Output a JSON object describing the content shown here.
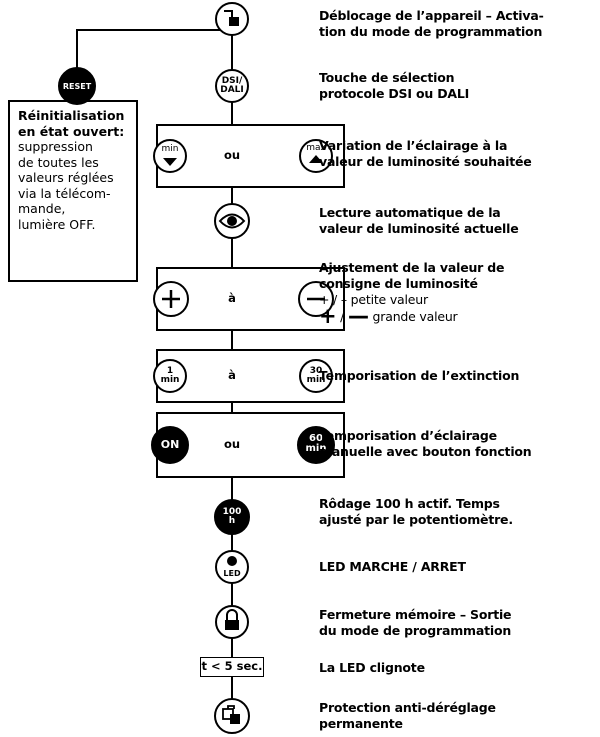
{
  "steps": [
    {
      "lines": [
        "Déblocage de l’appareil – Activa-",
        "tion du mode de programmation"
      ]
    },
    {
      "lines": [
        "Touche de sélection",
        "protocole DSI ou DALI"
      ]
    },
    {
      "lines": [
        "Variation de l’éclairage à la",
        "valeur de luminosité souhaitée"
      ]
    },
    {
      "lines": [
        "Lecture automatique de la",
        "valeur de luminosité actuelle"
      ]
    },
    {
      "lines": [
        "Ajustement de la valeur de",
        "consigne de luminosité"
      ],
      "small": "+ / – petite valeur",
      "big_plus": "+",
      "big_sep": " / ",
      "big_minus": "—",
      "big_text": " grande valeur"
    },
    {
      "lines": [
        "Temporisation de l’extinction"
      ]
    },
    {
      "lines": [
        "Temporisation d’éclairage",
        "manuelle avec bouton fonction"
      ]
    },
    {
      "lines": [
        "Rôdage 100 h actif. Temps",
        "ajusté par le potentiomètre."
      ]
    },
    {
      "lines": [
        "LED MARCHE / ARRET"
      ]
    },
    {
      "lines": [
        "Fermeture mémoire – Sortie",
        "du mode de programmation"
      ]
    },
    {
      "lines": [
        "La LED clignote"
      ]
    },
    {
      "lines": [
        "Protection anti-déréglage",
        "permanente"
      ]
    }
  ],
  "connectors": {
    "ou1": "ou",
    "a1": "à",
    "a2": "à",
    "ou2": "ou"
  },
  "symbols": {
    "reset": "RESET",
    "dsi1": "DSI/",
    "dsi2": "DALI",
    "min": "min",
    "max": "max",
    "t1_val": "1",
    "t1_unit": "min",
    "t30_val": "30",
    "t30_unit": "min",
    "on": "ON",
    "t60_val": "60",
    "t60_unit": "min",
    "h100_val": "100",
    "h100_unit": "h",
    "led": "LED",
    "delay": "t < 5 sec."
  },
  "reset_note": {
    "bold_lines": [
      "Réinitialisation",
      "en état ouvert:"
    ],
    "lines": [
      "suppression",
      "de toutes les",
      "valeurs réglées",
      "via la télécom-",
      "mande,",
      "lumière OFF."
    ]
  }
}
